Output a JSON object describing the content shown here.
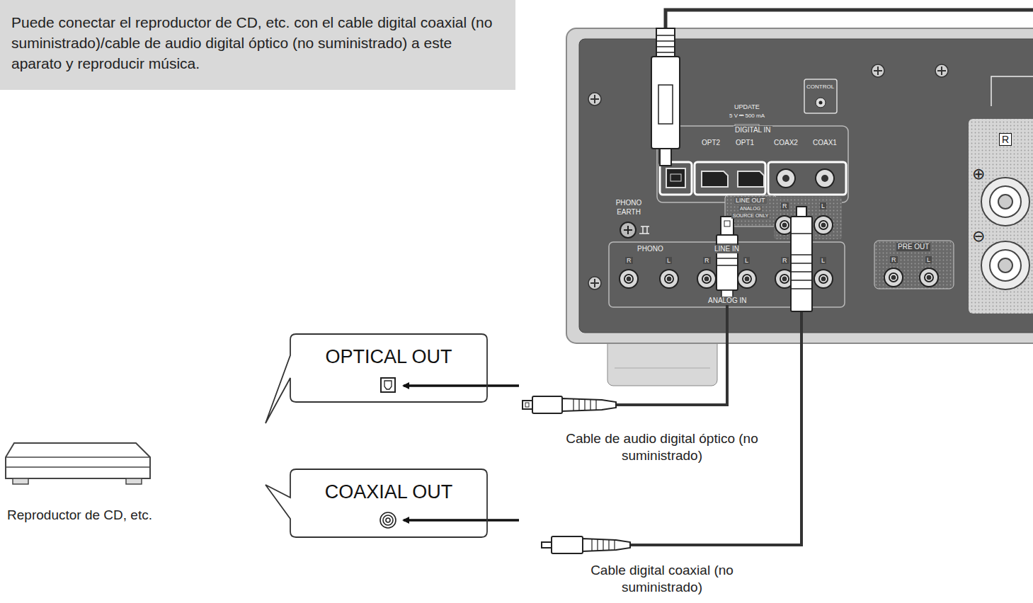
{
  "diagram": {
    "nodes": [
      {
        "text": [
          "Puede conectar el reproductor de CD, etc. con el cable digital coaxial (no suministrado)/cable de audio digital óptico (no suministrado) a este aparato y reproducir música."
        ]
      },
      {
        "text": [
          "Reproductor de CD, etc."
        ]
      },
      {
        "text": [
          "OPTICAL OUT"
        ]
      },
      {
        "text": [
          "COAXIAL OUT"
        ]
      }
    ],
    "labels": [
      "UPDATE",
      "5 V ⎓ 500 mA",
      "CONTROL",
      "DIGITAL IN",
      "OPT2",
      "OPT1",
      "COAX2",
      "COAX1",
      "PHONO EARTH",
      "LINE OUT",
      "ANALOG",
      "SOURCE ONLY",
      "R",
      "L",
      "PHONO",
      "R",
      "L",
      "LINE IN",
      "R",
      "L",
      "R",
      "L",
      "ANALOG IN",
      "PRE OUT",
      "R",
      "L",
      "R",
      "⊕",
      "⊖",
      "Cable de audio digital óptico (no suministrado)",
      "Cable digital coaxial (no suministrado)"
    ]
  }
}
